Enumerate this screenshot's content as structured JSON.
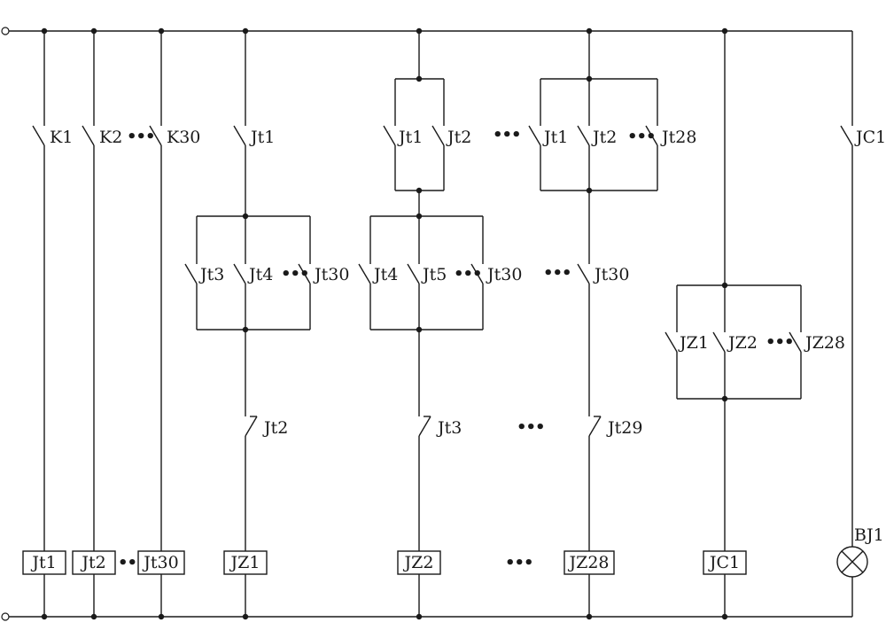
{
  "contacts": {
    "k1": "K1",
    "k2": "K2",
    "k30": "K30",
    "c1_jt1": "Jt1",
    "c1_jt3": "Jt3",
    "c1_jt4": "Jt4",
    "c1_jt30": "Jt30",
    "c1_jt2_nc": "Jt2",
    "c2_jt1": "Jt1",
    "c2_jt2": "Jt2",
    "c2_jt4": "Jt4",
    "c2_jt5": "Jt5",
    "c2_jt30": "Jt30",
    "c2_jt3_nc": "Jt3",
    "c3_jt1": "Jt1",
    "c3_jt2": "Jt2",
    "c3_jt28": "Jt28",
    "c3_jt30": "Jt30",
    "c3_jt29_nc": "Jt29",
    "jz1": "JZ1",
    "jz2": "JZ2",
    "jz28": "JZ28",
    "jc1": "JC1"
  },
  "coils": {
    "jt1": "Jt1",
    "jt2": "Jt2",
    "jt30": "Jt30",
    "jz1": "JZ1",
    "jz2": "JZ2",
    "jz28": "JZ28",
    "jc1": "JC1"
  },
  "lamp": {
    "label": "BJ1"
  },
  "ellipsis": "•••"
}
